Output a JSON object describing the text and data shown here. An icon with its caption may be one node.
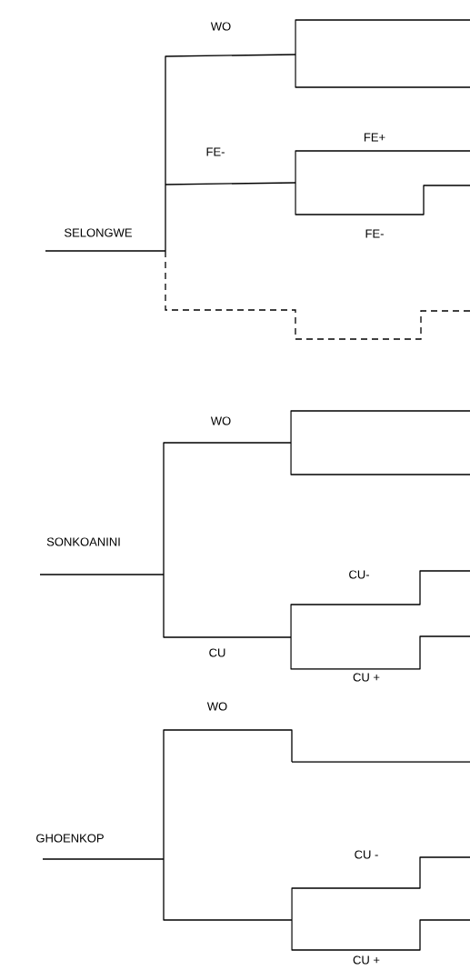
{
  "diagram": {
    "labels": [
      "WO",
      "FE+",
      "FE-",
      "SELONGWE",
      "FE-",
      "WO",
      "SONKOANINI",
      "CU-",
      "CU",
      "CU +",
      "WO",
      "GHOENKOP",
      "CU -",
      "CU +"
    ]
  }
}
